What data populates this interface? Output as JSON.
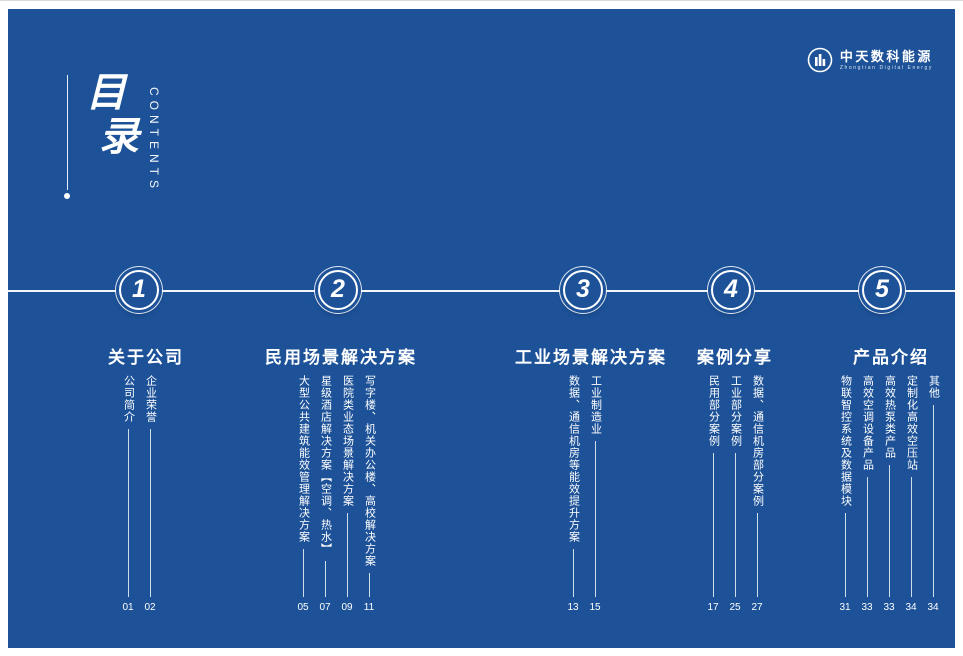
{
  "slide": {
    "bg": "#1d5299"
  },
  "logo": {
    "brand": "中天数科能源",
    "sub": "Zhongtian Digital Energy"
  },
  "toc": {
    "zh1": "目",
    "zh2": "录",
    "en": "CONTENTS"
  },
  "sections": [
    {
      "num": "1",
      "title": "关于公司",
      "items": [
        {
          "label": "公司简介",
          "page": "01"
        },
        {
          "label": "企业荣誉",
          "page": "02"
        }
      ]
    },
    {
      "num": "2",
      "title": "民用场景解决方案",
      "items": [
        {
          "label": "大型公共建筑能效管理解决方案",
          "page": "05"
        },
        {
          "label": "星级酒店解决方案【空调、热水】",
          "page": "07"
        },
        {
          "label": "医院类业态场景解决方案",
          "page": "09"
        },
        {
          "label": "写字楼、机关办公楼、高校解决方案",
          "page": "11"
        }
      ]
    },
    {
      "num": "3",
      "title": "工业场景解决方案",
      "items": [
        {
          "label": "数据、通信机房等能效提升方案",
          "page": "13"
        },
        {
          "label": "工业制造业",
          "page": "15"
        }
      ]
    },
    {
      "num": "4",
      "title": "案例分享",
      "items": [
        {
          "label": "民用部分案例",
          "page": "17"
        },
        {
          "label": "工业部分案例",
          "page": "25"
        },
        {
          "label": "数据、通信机房部分案例",
          "page": "27"
        }
      ]
    },
    {
      "num": "5",
      "title": "产品介绍",
      "items": [
        {
          "label": "物联智控系统及数据模块",
          "page": "31"
        },
        {
          "label": "高效空调设备产品",
          "page": "33"
        },
        {
          "label": "高效热泵类产品",
          "page": "33"
        },
        {
          "label": "定制化高效空压站",
          "page": "34"
        },
        {
          "label": "其他",
          "page": "34"
        }
      ]
    }
  ]
}
